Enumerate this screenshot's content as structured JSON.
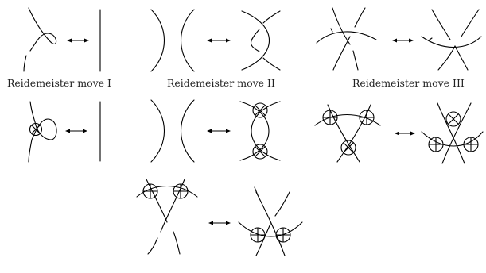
{
  "captions": {
    "move_1": "Reidemeister move I",
    "move_2": "Reidemeister move II",
    "move_3": "Reidemeister move III"
  },
  "colors": {
    "ink": "#000000",
    "background": "#ffffff"
  }
}
